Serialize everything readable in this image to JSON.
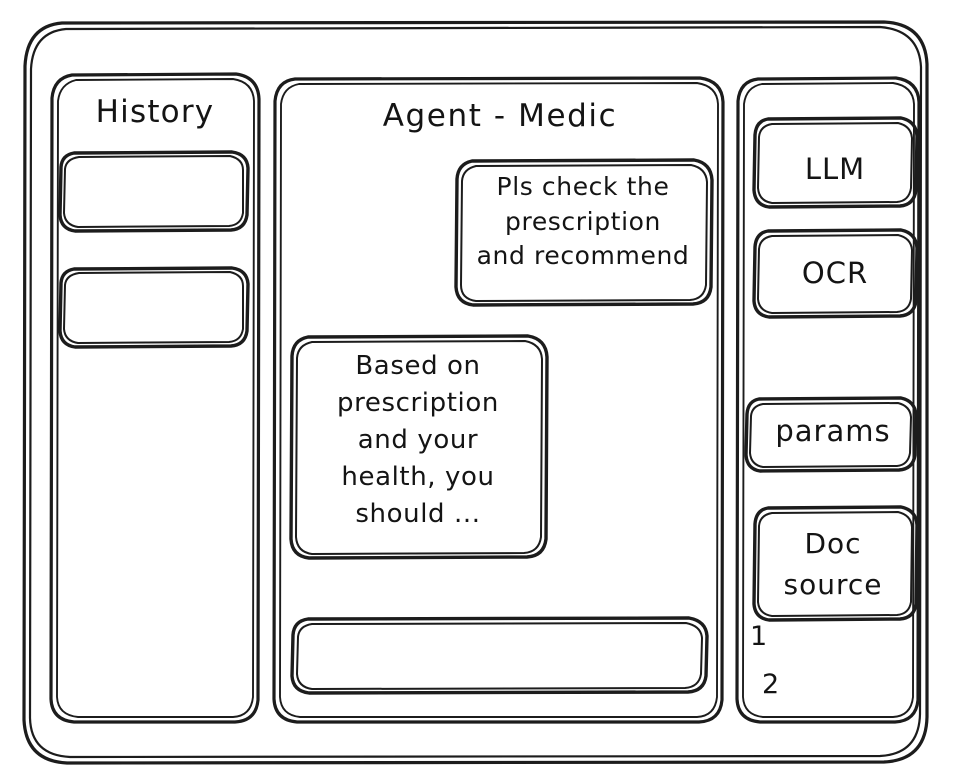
{
  "window": {
    "style": "hand-drawn-wireframe",
    "stroke_color": "#1c1c1c",
    "background_color": "#ffffff"
  },
  "sidebar": {
    "title": "History",
    "items": [
      {
        "label": "",
        "name": "history-item-1"
      },
      {
        "label": "",
        "name": "history-item-2"
      }
    ]
  },
  "main": {
    "title": "Agent - Medic",
    "messages": [
      {
        "role": "user",
        "text": "Pls check the\nprescription\nand recommend"
      },
      {
        "role": "assistant",
        "text": "Based on\nprescription\nand your\nhealth, you\nshould ..."
      }
    ],
    "composer": {
      "value": "",
      "placeholder": ""
    }
  },
  "tools_panel": {
    "items": [
      {
        "label": "LLM"
      },
      {
        "label": "OCR"
      },
      {
        "label": "params"
      },
      {
        "label": "Doc\nsource"
      }
    ],
    "sources": [
      {
        "label": "1"
      },
      {
        "label": "2"
      }
    ]
  }
}
